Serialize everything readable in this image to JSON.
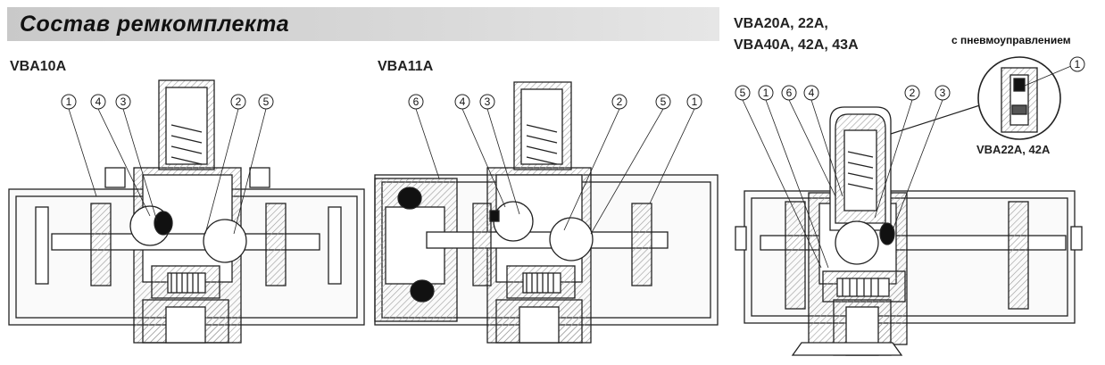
{
  "header": {
    "title": "Состав ремкомплекта"
  },
  "models": {
    "vba10a": "VBA10A",
    "vba11a": "VBA11A",
    "vba20a_line1": "VBA20A, 22A,",
    "vba20a_line2": "VBA40A, 42A, 43A"
  },
  "inset": {
    "note": "с пневмоуправлением",
    "model": "VBA22A, 42A",
    "callout": "1"
  },
  "callouts": {
    "vba10a": [
      "1",
      "4",
      "3",
      "2",
      "5"
    ],
    "vba11a": [
      "6",
      "4",
      "3",
      "2",
      "5",
      "1"
    ],
    "vba20a": [
      "5",
      "1",
      "6",
      "4",
      "2",
      "3"
    ]
  }
}
